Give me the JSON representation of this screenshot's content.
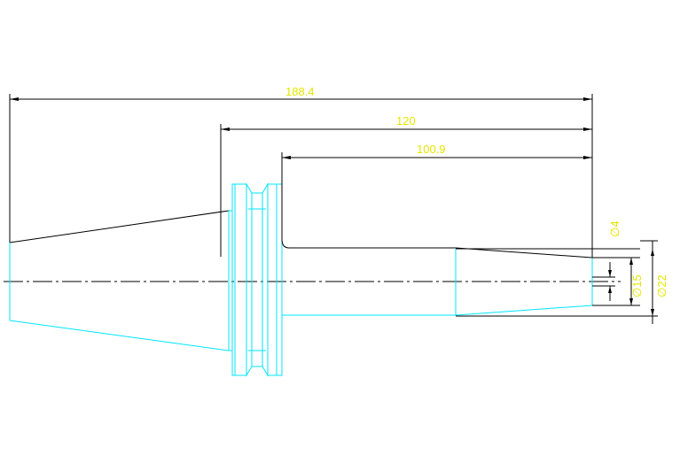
{
  "drawing": {
    "dimensions": {
      "overall_length": "188.4",
      "length_from_flange": "120",
      "shank_length": "100.9",
      "diameter_bore": "∅4",
      "diameter_mid": "∅15",
      "diameter_tip": "∅22"
    },
    "colors": {
      "outline": "#00e5ff",
      "edge": "#000000",
      "dimension_text": "#e6e600"
    }
  }
}
